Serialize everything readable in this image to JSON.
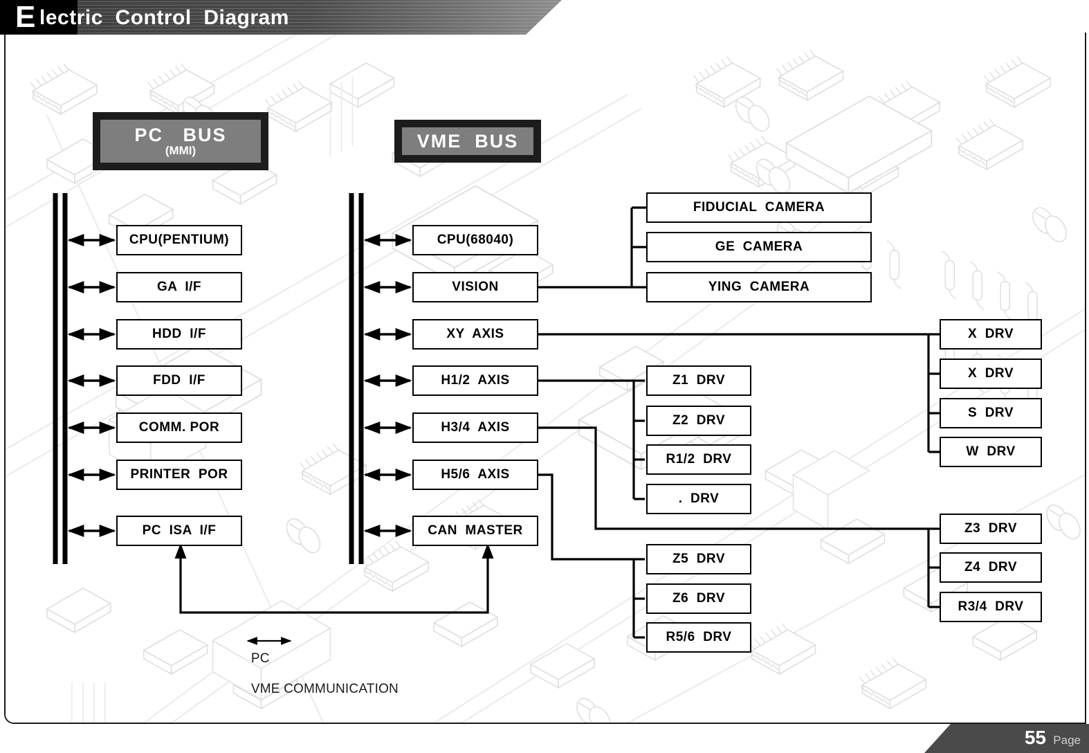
{
  "title": {
    "cap": "E",
    "rest": "lectric  Control  Diagram"
  },
  "footer": {
    "page_number": "55",
    "page_label": "Page"
  },
  "buses": {
    "pc": {
      "name": "PC   BUS",
      "sub": "(MMI)"
    },
    "vme": {
      "name": "VME  BUS"
    }
  },
  "pc_bus_modules": [
    {
      "label": "CPU(PENTIUM)"
    },
    {
      "label": "GA  I/F"
    },
    {
      "label": "HDD  I/F"
    },
    {
      "label": "FDD  I/F"
    },
    {
      "label": "COMM. POR"
    },
    {
      "label": "PRINTER  POR"
    },
    {
      "label": "PC  ISA  I/F"
    }
  ],
  "vme_bus_modules": [
    {
      "label": "CPU(68040)"
    },
    {
      "label": "VISION"
    },
    {
      "label": "XY  AXIS"
    },
    {
      "label": "H1/2  AXIS"
    },
    {
      "label": "H3/4  AXIS"
    },
    {
      "label": "H5/6  AXIS"
    },
    {
      "label": "CAN  MASTER"
    }
  ],
  "cameras": [
    {
      "label": "FIDUCIAL  CAMERA"
    },
    {
      "label": "GE  CAMERA"
    },
    {
      "label": "YING  CAMERA"
    }
  ],
  "drives_mid_upper": [
    {
      "label": "Z1  DRV"
    },
    {
      "label": "Z2  DRV"
    },
    {
      "label": "R1/2  DRV"
    },
    {
      "label": ".  DRV"
    }
  ],
  "drives_mid_lower": [
    {
      "label": "Z5  DRV"
    },
    {
      "label": "Z6  DRV"
    },
    {
      "label": "R5/6  DRV"
    }
  ],
  "drives_right_upper": [
    {
      "label": "X  DRV"
    },
    {
      "label": "X  DRV"
    },
    {
      "label": "S  DRV"
    },
    {
      "label": "W  DRV"
    }
  ],
  "drives_right_lower": [
    {
      "label": "Z3  DRV"
    },
    {
      "label": "Z4  DRV"
    },
    {
      "label": "R3/4  DRV"
    }
  ],
  "communication": {
    "left": "PC",
    "right": "VME COMMUNICATION"
  },
  "colors": {
    "banner_dark": "#3c3c3c",
    "bus_fill": "#7e7e7e",
    "line": "#000000",
    "footer_bar": "#4a4a4a"
  }
}
